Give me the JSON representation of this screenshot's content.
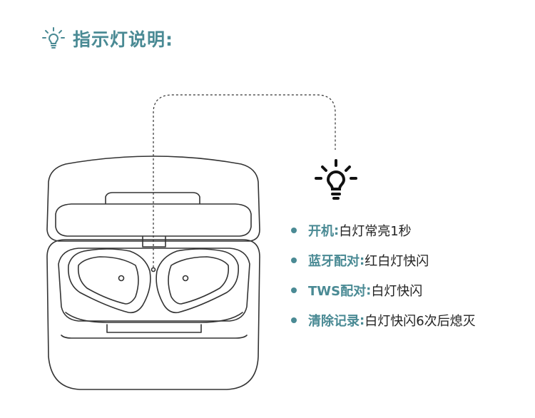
{
  "header": {
    "title": "指示灯说明:",
    "icon": "lightbulb-icon"
  },
  "diagram": {
    "subject": "earbuds-charging-case-icon",
    "indicator_icon": "lightbulb-icon"
  },
  "features": [
    {
      "key": "开机",
      "sep": ":",
      "value": "白灯常亮1秒"
    },
    {
      "key": "蓝牙配对",
      "sep": ":",
      "value": "红白灯快闪"
    },
    {
      "key": "TWS配对",
      "sep": ":",
      "value": "白灯快闪"
    },
    {
      "key": "清除记录",
      "sep": ":",
      "value": "白灯快闪6次后熄灭"
    }
  ],
  "colors": {
    "accent": "#4A8A94",
    "text": "#222222",
    "line": "#333333"
  }
}
